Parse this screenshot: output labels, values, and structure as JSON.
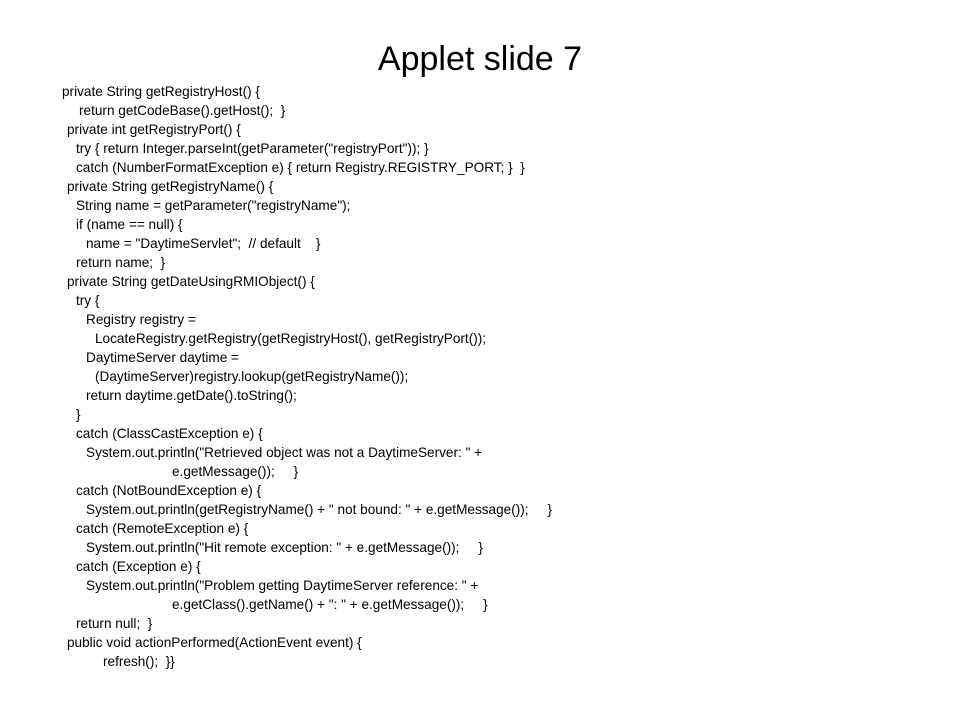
{
  "slide": {
    "title": "Applet slide 7",
    "code_lines": [
      "private String getRegistryHost() {",
      "return getCodeBase().getHost();  }",
      "private int getRegistryPort() {",
      "try { return Integer.parseInt(getParameter(\"registryPort\")); }",
      "catch (NumberFormatException e) { return Registry.REGISTRY_PORT; }  }",
      "private String getRegistryName() {",
      "String name = getParameter(\"registryName\");",
      "if (name == null) {",
      "name = \"DaytimeServlet\";  // default    }",
      "return name;  }",
      "private String getDateUsingRMIObject() {",
      "try {",
      "Registry registry =",
      "LocateRegistry.getRegistry(getRegistryHost(), getRegistryPort());",
      "DaytimeServer daytime =",
      "(DaytimeServer)registry.lookup(getRegistryName());",
      "return daytime.getDate().toString();",
      "}",
      "catch (ClassCastException e) {",
      "System.out.println(\"Retrieved object was not a DaytimeServer: \" +",
      "e.getMessage());     }",
      "catch (NotBoundException e) {",
      "System.out.println(getRegistryName() + \" not bound: \" + e.getMessage());     }",
      "catch (RemoteException e) {",
      "System.out.println(\"Hit remote exception: \" + e.getMessage());     }",
      "catch (Exception e) {",
      "System.out.println(\"Problem getting DaytimeServer reference: \" +",
      "e.getClass().getName() + \": \" + e.getMessage());     }",
      "return null;  }",
      "public void actionPerformed(ActionEvent event) {",
      "refresh();  }}"
    ]
  }
}
